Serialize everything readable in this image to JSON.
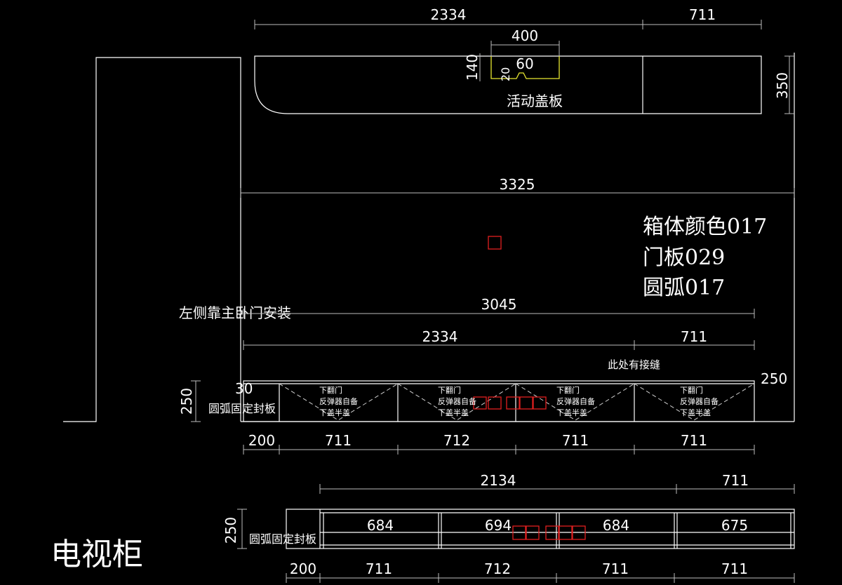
{
  "title": "电视柜",
  "notes": {
    "cabinet_color": "箱体颜色017",
    "door_color": "门板029",
    "arc_color": "圆弧017",
    "install_note": "左侧靠主卧门安装",
    "joint_note": "此处有接缝"
  },
  "top_panel": {
    "label": "活动盖板",
    "dim_total_left": "2334",
    "dim_total_right": "711",
    "dim_opening": "400",
    "dim_slot_w": "60",
    "dim_slot_h": "140",
    "dim_slot_small": "20",
    "dim_height": "350"
  },
  "wall": {
    "dim_width": "3325",
    "dim_cabinet_total": "3045",
    "dim_upper_left": "2334",
    "dim_upper_right": "711"
  },
  "front_view": {
    "dim_height": "250",
    "dim_thickness": "30",
    "dim_right_height": "250",
    "arc_panel_label": "圆弧固定封板",
    "door_lines": [
      "下翻门",
      "反弹器自备",
      "下盖半盖"
    ],
    "bottom_dims": [
      "200",
      "711",
      "712",
      "711",
      "711"
    ]
  },
  "plan_view": {
    "dim_height": "250",
    "arc_panel_label": "圆弧固定封板",
    "top_dim_left": "2134",
    "top_dim_right": "711",
    "inner_dims": [
      "684",
      "694",
      "684",
      "675"
    ],
    "bottom_dims": [
      "200",
      "711",
      "712",
      "711",
      "711"
    ]
  }
}
